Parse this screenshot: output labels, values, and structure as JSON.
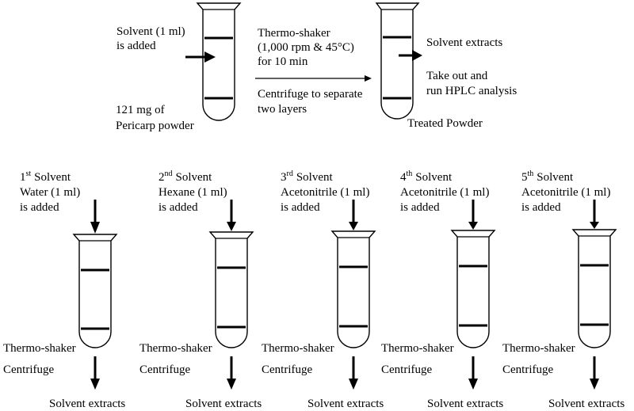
{
  "top": {
    "solvent_added_line1": "Solvent (1 ml)",
    "solvent_added_line2": "is added",
    "sample_line1": "121  mg of",
    "sample_line2": "Pericarp powder",
    "shaker_line1": "Thermo-shaker",
    "shaker_line2": "(1,000 rpm & 45°C)",
    "shaker_line3": "for 10 min",
    "centrifuge_line1": "Centrifuge to separate",
    "centrifuge_line2": "two layers",
    "extracts_label": "Solvent extracts",
    "hplc_line1": "Take out and",
    "hplc_line2": "run HPLC analysis",
    "treated_label": "Treated Powder"
  },
  "steps": [
    {
      "ordinal": "1",
      "suffix": "st",
      "word": "Solvent",
      "solvent": "Water (1 ml)",
      "added": "is added",
      "shaker": "Thermo-shaker",
      "centrifuge": "Centrifuge",
      "extracts": "Solvent extracts"
    },
    {
      "ordinal": "2",
      "suffix": "nd",
      "word": "Solvent",
      "solvent": "Hexane (1 ml)",
      "added": "is added",
      "shaker": "Thermo-shaker",
      "centrifuge": "Centrifuge",
      "extracts": "Solvent extracts"
    },
    {
      "ordinal": "3",
      "suffix": "rd",
      "word": "Solvent",
      "solvent": "Acetonitrile (1 ml)",
      "added": "is added",
      "shaker": "Thermo-shaker",
      "centrifuge": "Centrifuge",
      "extracts": "Solvent extracts"
    },
    {
      "ordinal": "4",
      "suffix": "th",
      "word": "Solvent",
      "solvent": "Acetonitrile (1 ml)",
      "added": "is added",
      "shaker": "Thermo-shaker",
      "centrifuge": "Centrifuge",
      "extracts": "Solvent extracts"
    },
    {
      "ordinal": "5",
      "suffix": "th",
      "word": "Solvent",
      "solvent": "Acetonitrile (1 ml)",
      "added": "is added",
      "shaker": "Thermo-shaker",
      "centrifuge": "Centrifuge",
      "extracts": "Solvent extracts"
    }
  ]
}
